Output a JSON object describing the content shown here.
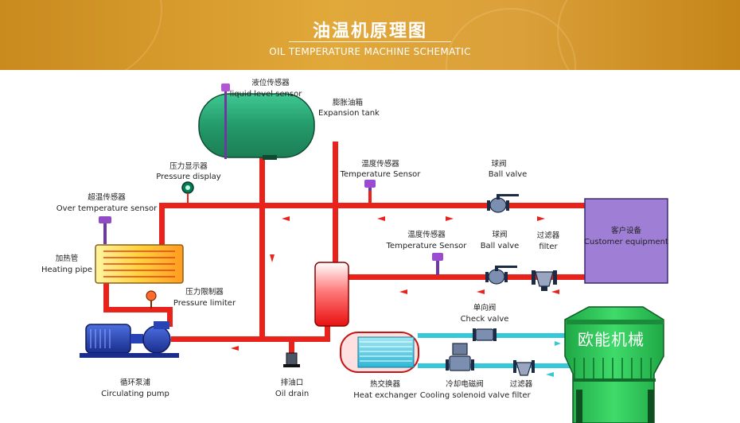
{
  "header": {
    "title_cn": "油温机原理图",
    "title_en": "OIL TEMPERATURE MACHINE SCHEMATIC"
  },
  "colors": {
    "banner": "#d79a2e",
    "pipe_red": "#e8231c",
    "pipe_cyan": "#34c8d8",
    "tank_green": "#2eaa78",
    "tower_green": "#27c257",
    "customer_purple": "#9f7fd6",
    "pump_blue": "#2743b5"
  },
  "labels": {
    "liquid_level_sensor": {
      "cn": "液位传感器",
      "en": "liquid level sensor"
    },
    "expansion_tank": {
      "cn": "膨胀油箱",
      "en": "Expansion tank"
    },
    "pressure_display": {
      "cn": "压力显示器",
      "en": "Pressure display"
    },
    "over_temp_sensor": {
      "cn": "超温传感器",
      "en": "Over temperature sensor"
    },
    "temp_sensor_top": {
      "cn": "温度传感器",
      "en": "Temperature Sensor"
    },
    "ball_valve_top": {
      "cn": "球阀",
      "en": "Ball  valve"
    },
    "customer_equipment": {
      "cn": "客户设备",
      "en": "Customer equipment"
    },
    "heating_pipe": {
      "cn": "加热管",
      "en": "Heating pipe"
    },
    "temp_sensor_mid": {
      "cn": "温度传感器",
      "en": "Temperature Sensor"
    },
    "ball_valve_mid": {
      "cn": "球阀",
      "en": "Ball valve"
    },
    "filter_top": {
      "cn": "过滤器",
      "en": "filter"
    },
    "pressure_limiter": {
      "cn": "压力限制器",
      "en": "Pressure limiter"
    },
    "check_valve": {
      "cn": "单向阀",
      "en": "Check valve"
    },
    "circulating_pump": {
      "cn": "循环泵浦",
      "en": "Circulating pump"
    },
    "oil_drain": {
      "cn": "排油口",
      "en": "Oil drain"
    },
    "heat_exchanger": {
      "cn": "热交换器",
      "en": "Heat exchanger"
    },
    "cooling_solenoid": {
      "cn": "冷却电磁阀",
      "en": "Cooling solenoid valve"
    },
    "filter_bottom": {
      "cn": "过滤器",
      "en": "filter"
    },
    "brand": "欧能机械"
  }
}
